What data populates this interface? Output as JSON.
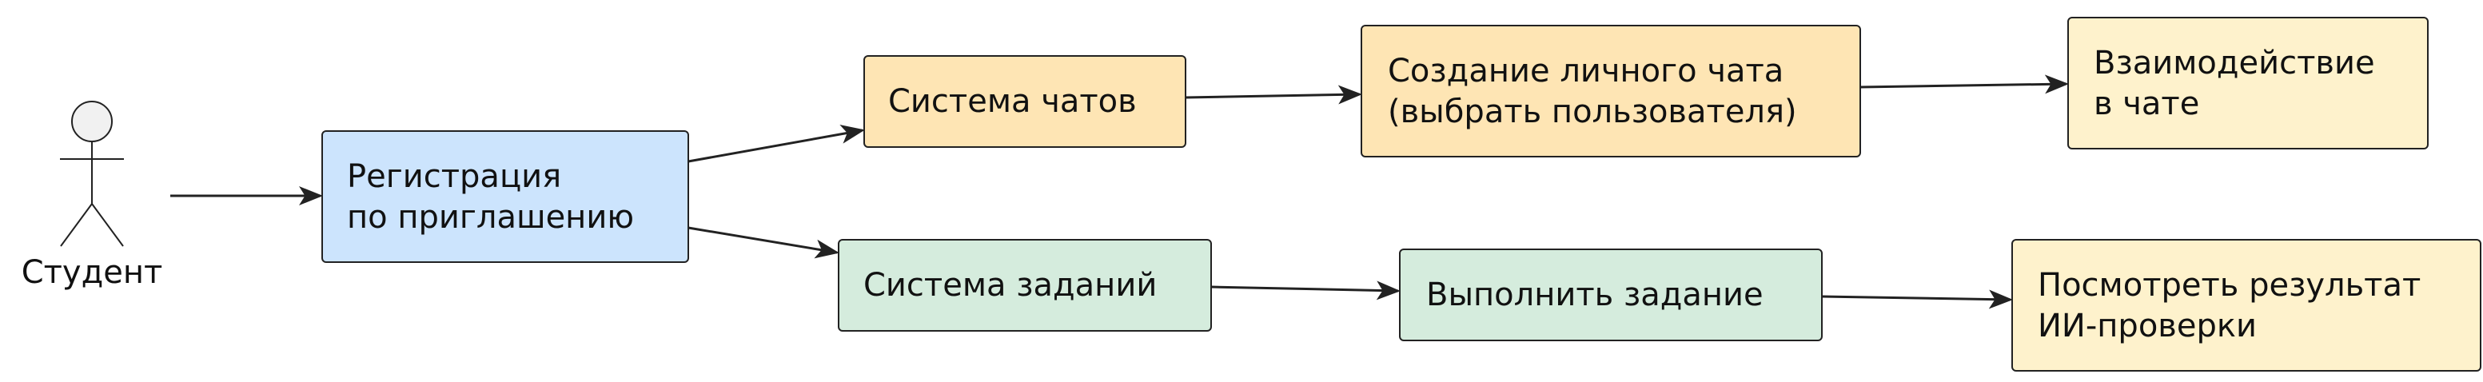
{
  "actor": {
    "label": "Студент"
  },
  "nodes": {
    "registration": {
      "lines": [
        "Регистрация",
        "по приглашению"
      ],
      "fill": "#cce4fd"
    },
    "chat_system": {
      "lines": [
        "Система чатов"
      ],
      "fill": "#fee5b4"
    },
    "create_chat": {
      "lines": [
        "Создание личного чата",
        "(выбрать пользователя)"
      ],
      "fill": "#fee5b4"
    },
    "chat_interaction": {
      "lines": [
        "Взаимодействие",
        "в чате"
      ],
      "fill": "#fef2cc"
    },
    "task_system": {
      "lines": [
        "Система заданий"
      ],
      "fill": "#d5ecdd"
    },
    "do_task": {
      "lines": [
        "Выполнить задание"
      ],
      "fill": "#d5ecdd"
    },
    "view_result": {
      "lines": [
        "Посмотреть результат",
        "ИИ-проверки"
      ],
      "fill": "#fef2cc"
    }
  }
}
